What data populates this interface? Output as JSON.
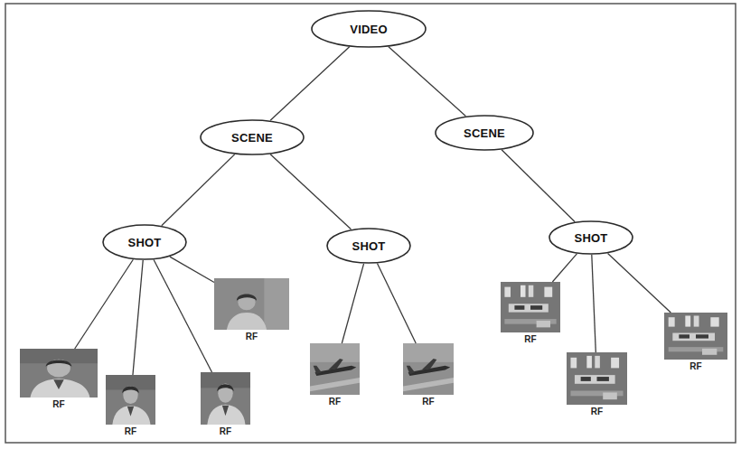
{
  "diagram": {
    "nodes": [
      {
        "text": [
          "VIDEO"
        ]
      },
      {
        "text": [
          "SCENE"
        ]
      },
      {
        "text": [
          "SCENE"
        ]
      },
      {
        "text": [
          "SHOT"
        ]
      },
      {
        "text": [
          "SHOT"
        ]
      },
      {
        "text": [
          "SHOT"
        ]
      },
      {
        "text": [
          "RF"
        ]
      },
      {
        "text": [
          "RF"
        ]
      },
      {
        "text": [
          "RF"
        ]
      },
      {
        "text": [
          "RF"
        ]
      },
      {
        "text": [
          "RF"
        ]
      },
      {
        "text": [
          "RF"
        ]
      },
      {
        "text": [
          "RF"
        ]
      },
      {
        "text": [
          "RF"
        ]
      },
      {
        "text": [
          "RF"
        ]
      }
    ],
    "edges": [
      {
        "from": 0,
        "to": 1,
        "arrow": "none"
      },
      {
        "from": 0,
        "to": 2,
        "arrow": "none"
      },
      {
        "from": 1,
        "to": 3,
        "arrow": "none"
      },
      {
        "from": 1,
        "to": 4,
        "arrow": "none"
      },
      {
        "from": 2,
        "to": 5,
        "arrow": "none"
      },
      {
        "from": 3,
        "to": 6,
        "arrow": "none"
      },
      {
        "from": 3,
        "to": 7,
        "arrow": "none"
      },
      {
        "from": 3,
        "to": 8,
        "arrow": "none"
      },
      {
        "from": 3,
        "to": 9,
        "arrow": "none"
      },
      {
        "from": 4,
        "to": 10,
        "arrow": "none"
      },
      {
        "from": 4,
        "to": 11,
        "arrow": "none"
      },
      {
        "from": 5,
        "to": 12,
        "arrow": "none"
      },
      {
        "from": 5,
        "to": 13,
        "arrow": "none"
      },
      {
        "from": 5,
        "to": 14,
        "arrow": "none"
      }
    ]
  }
}
